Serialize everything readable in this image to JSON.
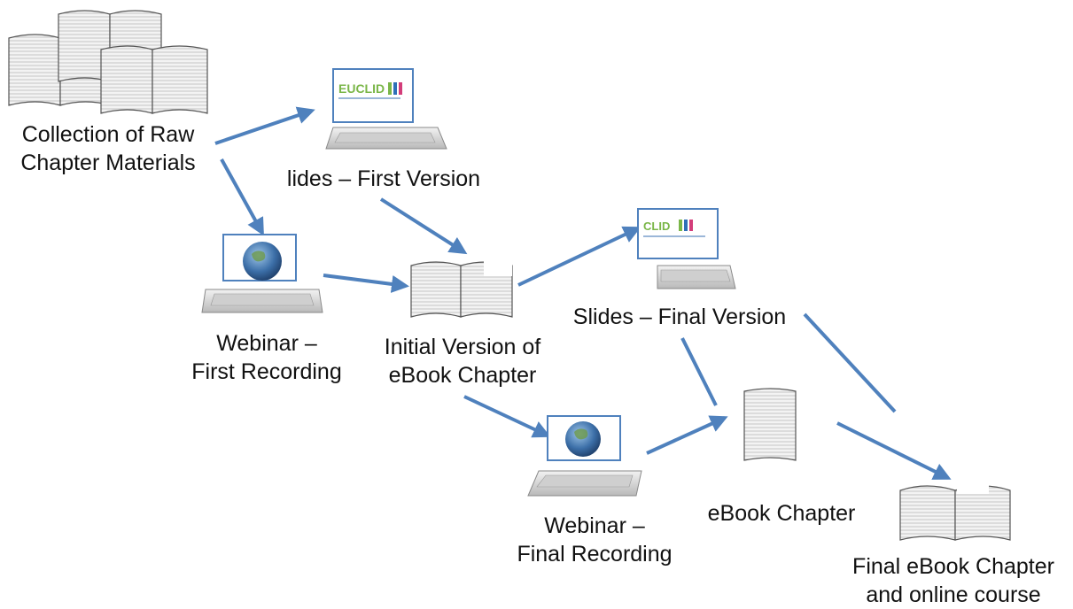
{
  "nodes": {
    "raw": {
      "line1": "Collection of Raw",
      "line2": "Chapter Materials",
      "icon": "stacked-books-icon"
    },
    "slides_first": {
      "line1": "lides – First Version",
      "icon": "laptop-slides-icon"
    },
    "webinar_first": {
      "line1": "Webinar –",
      "line2": "First Recording",
      "icon": "laptop-globe-icon"
    },
    "initial": {
      "line1": "Initial Version of",
      "line2": "eBook Chapter",
      "icon": "open-book-icon"
    },
    "slides_final": {
      "line1": "Slides – Final Version",
      "icon": "laptop-slides-icon"
    },
    "webinar_final": {
      "line1": "Webinar –",
      "line2": "Final Recording",
      "icon": "laptop-globe-icon"
    },
    "ebook": {
      "line1": "eBook Chapter",
      "icon": "book-page-icon"
    },
    "final": {
      "line1": "Final eBook Chapter",
      "line2": "and online course",
      "icon": "open-book-icon"
    }
  },
  "logo": {
    "text_first": "EUCLID",
    "text_final": "CLID"
  },
  "colors": {
    "arrow": "#4f81bd",
    "logo_green": "#7ab648",
    "logo_blue": "#2e6fb7"
  }
}
